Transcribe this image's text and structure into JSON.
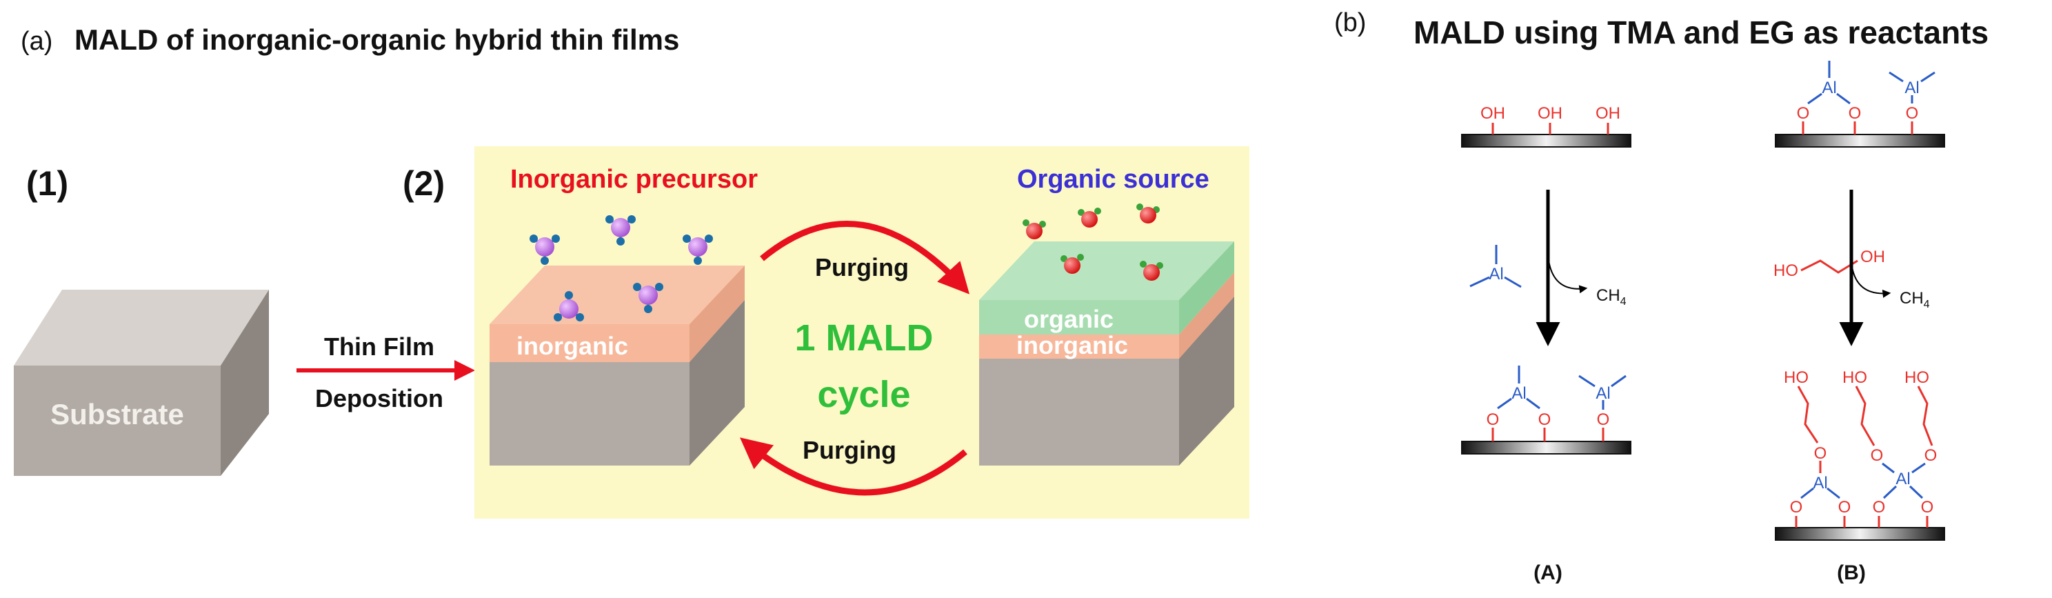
{
  "panel_a": {
    "label": "(a)",
    "title": "MALD of inorganic-organic hybrid thin films",
    "step1": "(1)",
    "step2": "(2)",
    "substrate": "Substrate",
    "arrow_label_1": "Thin Film",
    "arrow_label_2": "Deposition",
    "inorganic_precursor": "Inorganic precursor",
    "organic_source": "Organic source",
    "layer_inorganic": "inorganic",
    "layer_organic": "organic",
    "cycle_line1": "1 MALD",
    "cycle_line2": "cycle",
    "purging_top": "Purging",
    "purging_bottom": "Purging"
  },
  "panel_b": {
    "label": "(b)",
    "title": "MALD using TMA and EG as reactants",
    "oh": "OH",
    "o": "O",
    "al": "Al",
    "ho": "HO",
    "ch4": "CH",
    "ch4_sub": "4",
    "caption_a": "(A)",
    "caption_b": "(B)"
  },
  "colors": {
    "yellow_panel": "#fdf9c6",
    "red_text": "#e8101e",
    "blue_text": "#3b2fd6",
    "green_text": "#2fbf3a",
    "substrate_gray": "#b2aba5",
    "inorganic_layer": "#f7b79a",
    "organic_layer": "#a7dcb0",
    "chem_red": "#e8332d",
    "chem_blue": "#2a5cc7"
  }
}
